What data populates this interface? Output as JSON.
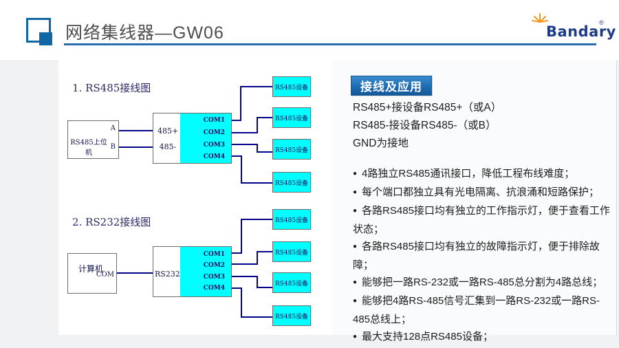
{
  "header": {
    "title": "网络集线器—GW06",
    "logo_text": "Bandary",
    "logo_reg": "®"
  },
  "diagram1": {
    "title": "1. RS485接线图",
    "host_label": "RS485上位机",
    "port_a": "A",
    "port_b": "B",
    "hub_in_plus": "485+",
    "hub_in_minus": "485-",
    "com_ports": [
      "COM1",
      "COM2",
      "COM3",
      "COM4"
    ],
    "devices": [
      "RS485设备",
      "RS485设备",
      "RS485设备",
      "RS485设备"
    ]
  },
  "diagram2": {
    "title": "2. RS232接线图",
    "host_label": "计算机",
    "host_port": "COM",
    "hub_in": "RS232",
    "com_ports": [
      "COM1",
      "COM2",
      "COM3",
      "COM4"
    ],
    "devices": [
      "RS485设备",
      "RS485设备",
      "RS485设备",
      "RS485设备"
    ]
  },
  "panel": {
    "heading": "接线及应用",
    "intro": [
      "RS485+接设备RS485+（或A）",
      "RS485-接设备RS485-（或B）",
      "GND为接地"
    ],
    "bullet_char": "●",
    "bullets": [
      "4路独立RS485通讯接口，降低工程布线难度；",
      "每个端口都独立具有光电隔离、抗浪涌和短路保护；",
      "各路RS485接口均有独立的工作指示灯，便于查看工作状态；",
      "各路RS485接口均有独立的故障指示灯，便于排除故障；",
      "能够把一路RS-232或一路RS-485总分割为4路总线；",
      "能够把4路RS-485信号汇集到一路RS-232或一路RS-485总线上；",
      "最大支持128点RS485设备；"
    ]
  },
  "colors": {
    "accent_blue": "#1d6cb3",
    "rule_blue": "#2b6cb0",
    "wire_navy": "#00008b",
    "device_cyan": "#00ffff",
    "logo_navy": "#1e3c87",
    "sun_orange": "#f7941d"
  }
}
